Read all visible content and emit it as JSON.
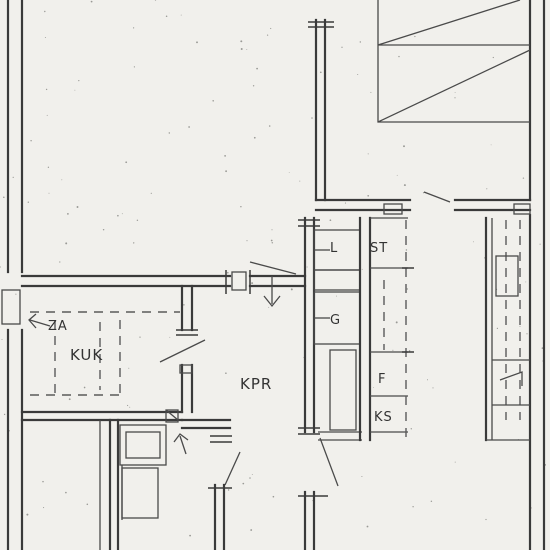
{
  "rooms": {
    "kpr": "KPR",
    "kuk": "KUK"
  },
  "fixtures": {
    "l": "L",
    "g": "G",
    "st": "ST",
    "f": "F",
    "ks": "KS",
    "za": "ZA"
  },
  "colors": {
    "paper": "#f1f0ec",
    "ink": "#3a3a3a"
  }
}
